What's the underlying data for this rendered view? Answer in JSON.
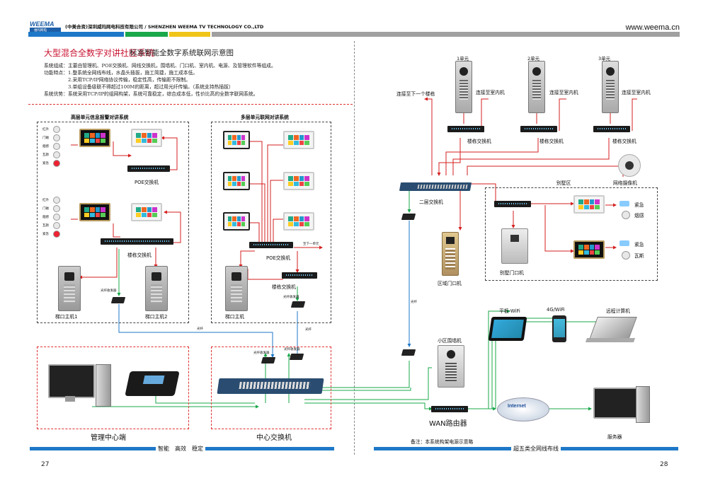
{
  "header": {
    "logo_text": "WEEMA",
    "logo_sub": "维玛网电",
    "company": "(中美合资)深圳威玛网电科技有限公司 / SHENZHEN WEEMA TV TECHNOLOGY CO.,LTD",
    "website": "www.weema.cn",
    "bar_colors": [
      "#1e78c8",
      "#1aa84a",
      "#f0c419",
      "#a0a0a0"
    ]
  },
  "title": {
    "main": "大型混合全数字对讲社区系统",
    "sub": "标准智能全数字系统联网示意图"
  },
  "description": [
    "系统组成：主要由管理机、POE交换机、网线交换机，围墙机、门口机、室内机、电源、及管理软件等组成。",
    "功能特点：1.整系统全网线布线，水晶头插拔，施工简捷，施工成本低。",
    "　　　　　2.采用TCP/IP网络协议传输，稳定性高，传输距不限制。",
    "　　　　　3.单组设备级联不得超过100M的距离，超过用光纤传输。（系统支持热插拔）",
    "系统优势：系统采用TCP/IP的组网构架，系统可靠稳定，综合成本低，性价比高的全数字联网系统。"
  ],
  "left_diagram": {
    "box1_title": "高层单元信息报警对讲系统",
    "box2_title": "多层单元联网对讲系统",
    "sensors": [
      "红外",
      "门磁",
      "烟感",
      "瓦斯",
      "紧急"
    ],
    "poe_switch": "POE交换机",
    "building_switch": "楼栋交换机",
    "door_station_1": "梯口主机1",
    "door_station_2": "梯口主机2",
    "fiber_transceiver": "光纤收发器",
    "fiber": "光纤",
    "poe_switch_2": "POE交换机",
    "building_switch_2": "楼栋交换机",
    "next_unit": "至下一单元",
    "door_station_3": "梯口主机",
    "mgmt_center": "管理中心端",
    "central_switch": "中心交换机",
    "transceiver_a": "光纤收发器",
    "transceiver_b": "光纤收发器"
  },
  "right_diagram": {
    "units": [
      "1单元",
      "2单元",
      "3单元"
    ],
    "to_indoor": "连接至室内机",
    "to_next_building": "连接至下一个楼栋",
    "building_switch": "楼栋交换机",
    "layer2_switch": "二层交换机",
    "villa_area": "别墅区",
    "network_camera": "网络摄像机",
    "emergency": "紧急",
    "smoke": "烟感",
    "gas": "瓦斯",
    "villa_door": "别墅门口机",
    "area_door": "区域门口机",
    "fiber": "光纤",
    "wall_station": "小区围墙机",
    "tablet": "平板-WiFi",
    "phone": "4G/WiFi",
    "remote_pc": "远程计算机",
    "internet": "Internet",
    "wan_router": "WAN路由器",
    "server": "服务器",
    "note": "备注：本系统构架电源示意略"
  },
  "footer": {
    "left_slogan": "智能　高效　稳定",
    "right_slogan": "超五类全网线布线",
    "page_left": "27",
    "page_right": "28"
  }
}
